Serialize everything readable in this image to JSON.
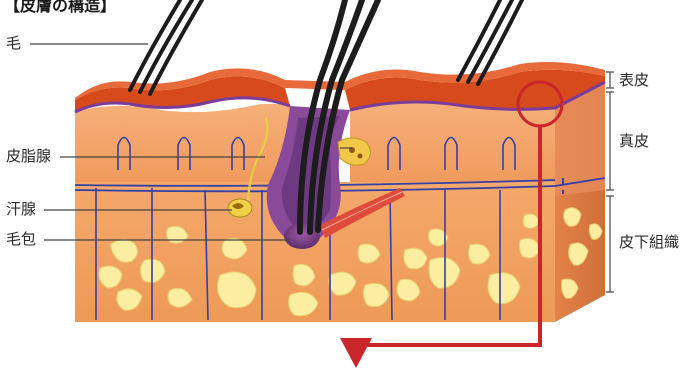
{
  "title": "【皮膚の構造】",
  "labels": {
    "hair": "毛",
    "sebaceous_gland": "皮脂腺",
    "sweat_gland": "汗腺",
    "follicle": "毛包",
    "epidermis": "表皮",
    "dermis": "真皮",
    "subcutaneous": "皮下組織"
  },
  "colors": {
    "epidermis": "#d64a1c",
    "dermis": "#f2a066",
    "subcutaneous": "#f4a86a",
    "fat": "#fbeea0",
    "vessel_blue": "#3340a8",
    "gland_purple": "#8a4a9a",
    "hair": "#1c1c1c",
    "magnifier_red": "#c8262a"
  }
}
